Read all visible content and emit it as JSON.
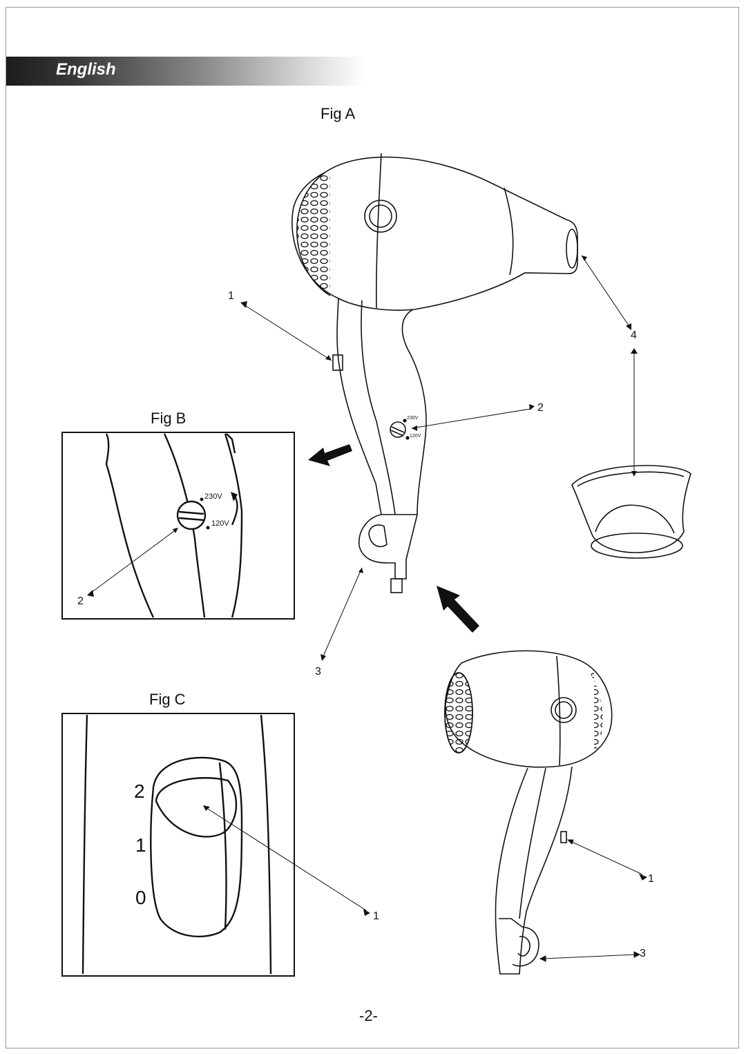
{
  "header": {
    "language_label": "English"
  },
  "figures": {
    "fig_a": {
      "title": "Fig A"
    },
    "fig_b": {
      "title": "Fig B"
    },
    "fig_c": {
      "title": "Fig C"
    }
  },
  "voltage_labels": {
    "high": "230V",
    "low": "120V"
  },
  "speed_positions": [
    "2",
    "1",
    "0"
  ],
  "callouts": {
    "fig_a_switch": "1",
    "fig_a_voltage_selector": "2",
    "fig_a_hanging_loop": "3",
    "fig_a_concentrator": "4",
    "fig_b_voltage_selector": "2",
    "fig_c_switch": "1",
    "folded_switch": "1",
    "folded_loop": "3"
  },
  "footer": {
    "page_number": "-2-"
  }
}
